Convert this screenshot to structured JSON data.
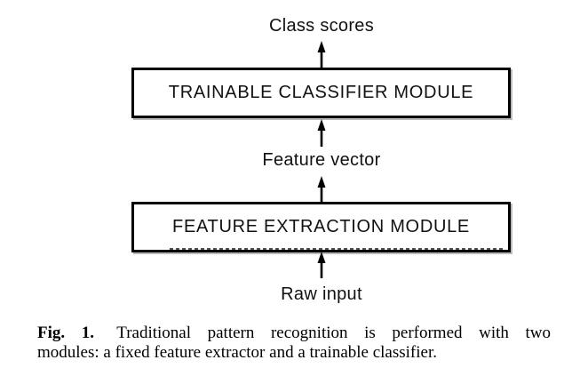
{
  "diagram": {
    "output_label": "Class scores",
    "classifier_box_label": "TRAINABLE CLASSIFIER MODULE",
    "intermediate_label": "Feature vector",
    "extractor_box_label": "FEATURE EXTRACTION MODULE",
    "input_label": "Raw input"
  },
  "caption": {
    "tag": "Fig. 1.",
    "line1": "Traditional pattern recognition is performed with two",
    "line2": "modules: a fixed feature extractor and a trainable classifier."
  },
  "colors": {
    "ink": "#000000",
    "background": "#ffffff",
    "box_border": "#000000"
  }
}
